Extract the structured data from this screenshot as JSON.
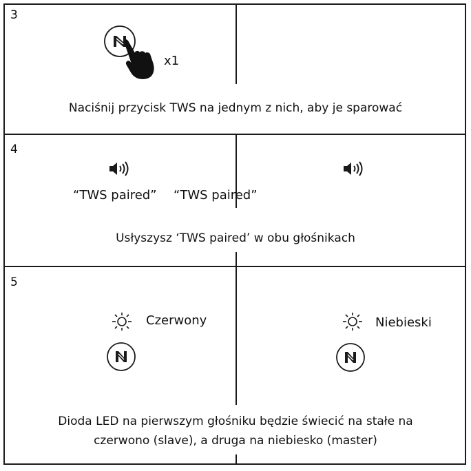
{
  "steps": [
    {
      "number": "3",
      "tap_count": "x1",
      "caption": "Naciśnij przycisk TWS na jednym z nich, aby je sparować"
    },
    {
      "number": "4",
      "left_label": "“TWS paired”",
      "right_label": "“TWS paired”",
      "caption": "Usłyszysz ‘TWS paired’ w obu głośnikach"
    },
    {
      "number": "5",
      "left_led_label": "Czerwony",
      "right_led_label": "Niebieski",
      "caption_line1": "Dioda LED na pierwszym głośniku będzie świecić na stałe na",
      "caption_line2": "czerwono (slave), a druga na niebiesko (master)"
    }
  ],
  "colors": {
    "ink": "#1a1a1a",
    "background": "#ffffff"
  }
}
